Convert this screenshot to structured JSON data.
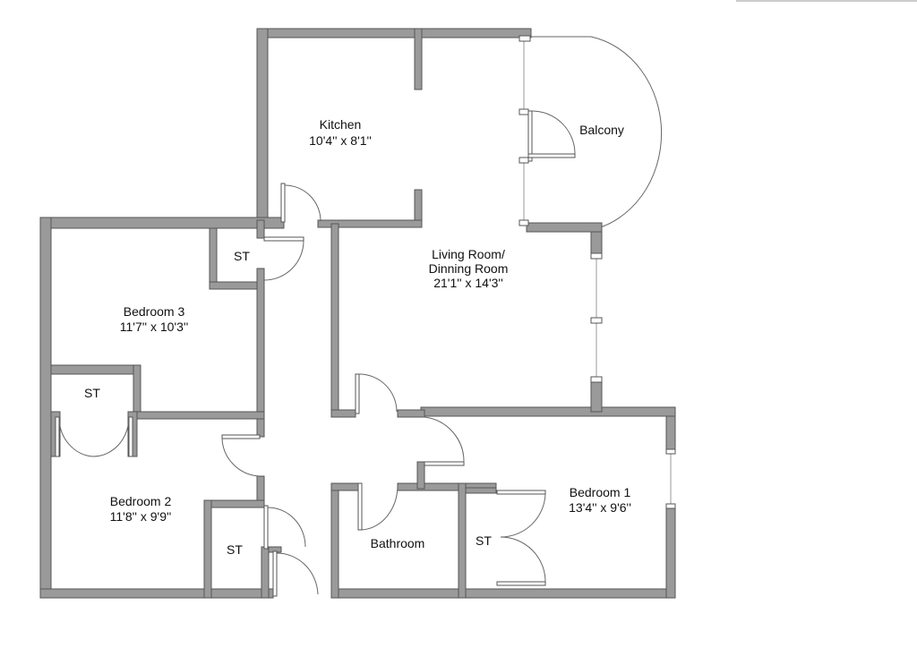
{
  "rooms": {
    "kitchen": {
      "name": "Kitchen",
      "size": "10'4'' x 8'1''"
    },
    "balcony": {
      "name": "Balcony"
    },
    "living": {
      "name_line1": "Living Room/",
      "name_line2": "Dinning Room",
      "size": "21'1'' x 14'3''"
    },
    "bedroom3": {
      "name": "Bedroom 3",
      "size": "11'7'' x 10'3''"
    },
    "bedroom2": {
      "name": "Bedroom 2",
      "size": "11'8'' x 9'9''"
    },
    "bedroom1": {
      "name": "Bedroom 1",
      "size": "13'4'' x 9'6''"
    },
    "bathroom": {
      "name": "Bathroom"
    },
    "storage": {
      "st_bed3": "ST",
      "st_bed2_closet": "ST",
      "st_hall": "ST",
      "st_bed1": "ST"
    }
  },
  "colors": {
    "wall": "#9a9a9a",
    "outline": "#555555",
    "background": "#ffffff"
  }
}
